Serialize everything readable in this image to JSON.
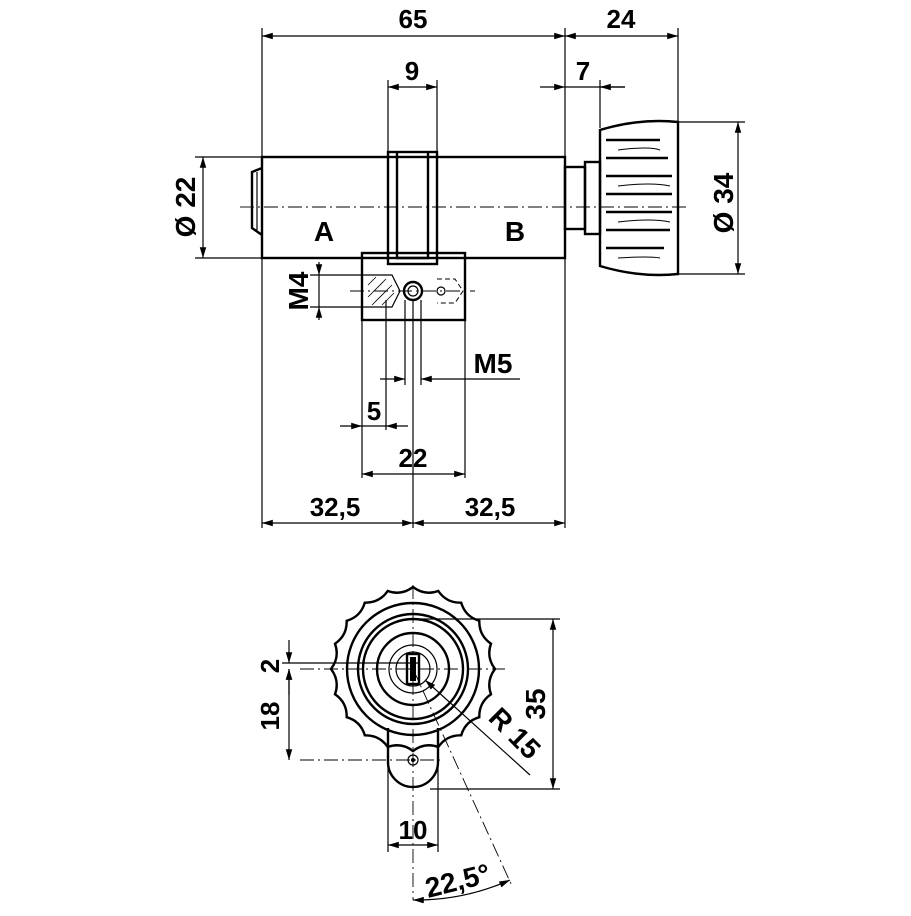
{
  "side_view": {
    "overall_length": "65",
    "knob_length": "24",
    "cam_width": "9",
    "knob_gap": "7",
    "diameter_body": "Ø 22",
    "diameter_knob": "Ø 34",
    "side_a": "A",
    "side_b": "B",
    "thread_m4": "M4",
    "thread_m5": "M5",
    "offset_5": "5",
    "screw_span": "22",
    "half_left": "32,5",
    "half_right": "32,5"
  },
  "front_view": {
    "height_2": "2",
    "height_18": "18",
    "height_35": "35",
    "radius": "R 15",
    "cam_width": "10",
    "angle": "22,5°"
  }
}
